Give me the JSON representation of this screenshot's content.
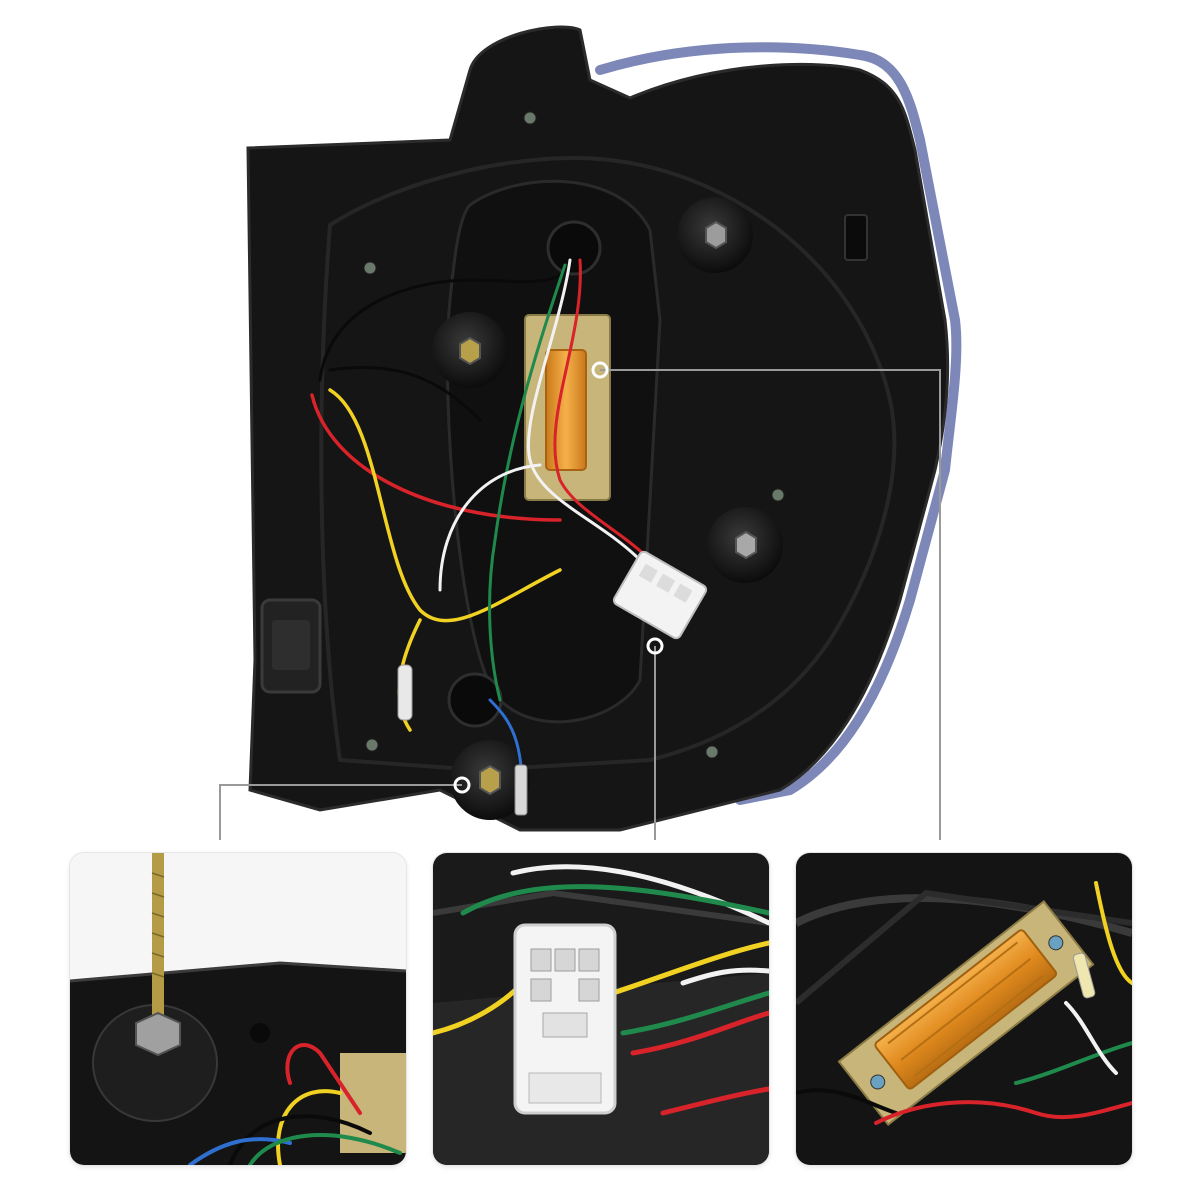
{
  "image": {
    "subject": "tail-light-housing-rear-view",
    "callouts": [
      {
        "name": "mount-stud",
        "panel": "panel-mount-stud"
      },
      {
        "name": "wiring-connector",
        "panel": "panel-connector"
      },
      {
        "name": "load-resistor",
        "panel": "panel-resistor"
      }
    ]
  },
  "colors": {
    "housing": "#141414",
    "housing_edge": "#2a2a2a",
    "lens_edge": "#7d88b8",
    "resistor": "#e7992f",
    "board": "#c8b57a",
    "wire_red": "#d8232a",
    "wire_yellow": "#f1d223",
    "wire_green": "#1f8a4c",
    "wire_white": "#f2f2f2",
    "wire_blue": "#2f6fd0",
    "wire_black": "#0a0a0a",
    "callout_line": "#9a9a9a"
  }
}
